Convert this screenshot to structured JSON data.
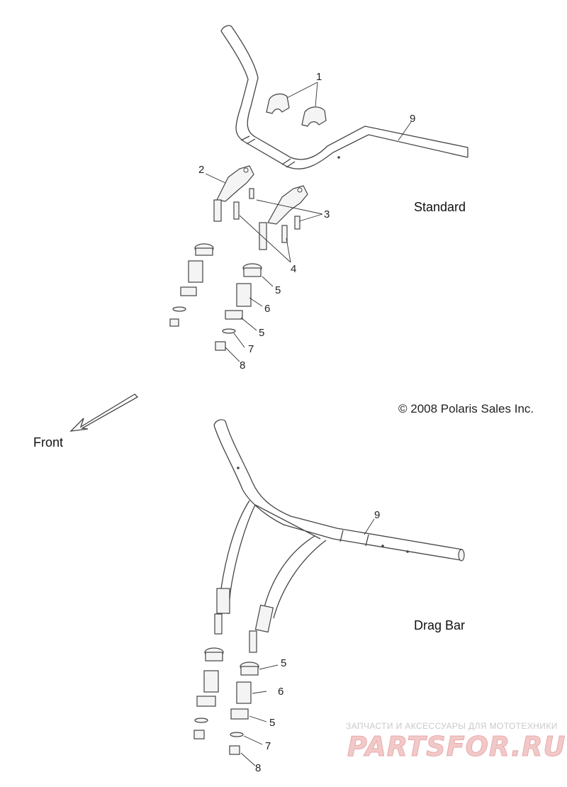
{
  "labels": {
    "standard": "Standard",
    "drag_bar": "Drag Bar",
    "front": "Front",
    "copyright": "© 2008 Polaris Sales Inc."
  },
  "callouts_top": [
    "1",
    "2",
    "3",
    "4",
    "5",
    "6",
    "5",
    "7",
    "8",
    "9"
  ],
  "callouts_bottom": [
    "9",
    "5",
    "6",
    "5",
    "7",
    "8"
  ],
  "watermark": {
    "caption": "ЗАПЧАСТИ И АКСЕССУАРЫ ДЛЯ МОТОТЕХНИКИ",
    "logo": "PARTSFOR.RU"
  }
}
